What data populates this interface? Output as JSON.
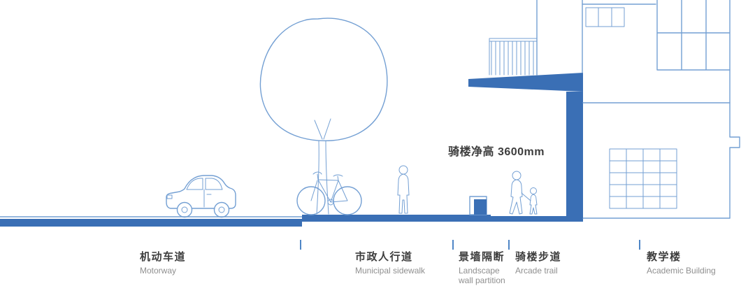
{
  "diagram": {
    "annotation": "骑楼净高 3600mm",
    "zones": [
      {
        "zh": "机动车道",
        "en": "Motorway"
      },
      {
        "zh": "市政人行道",
        "en": "Municipal sidewalk"
      },
      {
        "zh": "景墙隔断",
        "en": "Landscape wall partition"
      },
      {
        "zh": "骑楼步道",
        "en": "Arcade trail"
      },
      {
        "zh": "教学楼",
        "en": "Academic Building"
      }
    ],
    "colors": {
      "fill_blue": "#3a6fb5",
      "line_blue": "#739fd3",
      "tick_blue": "#4f86c6",
      "text_dark": "#3d3d3d",
      "text_gray": "#8f8f8f"
    }
  }
}
